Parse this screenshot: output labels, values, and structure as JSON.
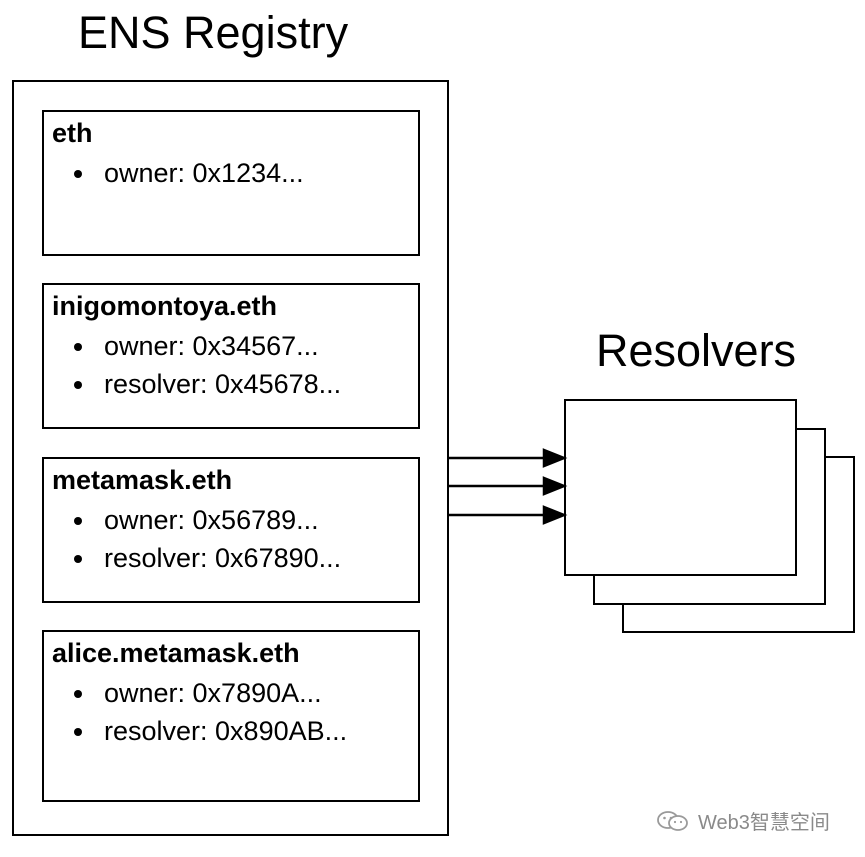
{
  "registry": {
    "title": "ENS Registry",
    "entries": [
      {
        "name": "eth",
        "items": [
          "owner: 0x1234..."
        ]
      },
      {
        "name": "inigomontoya.eth",
        "items": [
          "owner: 0x34567...",
          "resolver: 0x45678..."
        ]
      },
      {
        "name": "metamask.eth",
        "items": [
          "owner: 0x56789...",
          "resolver: 0x67890..."
        ]
      },
      {
        "name": "alice.metamask.eth",
        "items": [
          "owner: 0x7890A...",
          "resolver: 0x890AB..."
        ]
      }
    ]
  },
  "resolvers": {
    "title": "Resolvers"
  },
  "watermark": {
    "text": "Web3智慧空间",
    "icon": "wechat-icon"
  }
}
